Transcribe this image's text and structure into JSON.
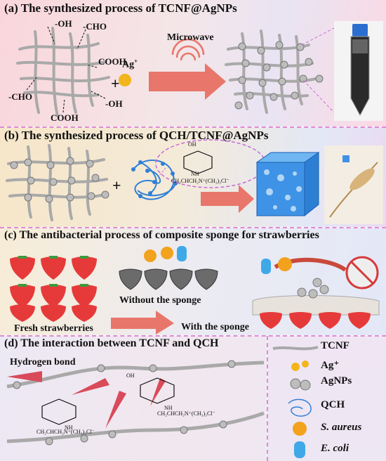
{
  "panel_a": {
    "title": "(a) The synthesized process of TCNF@AgNPs",
    "groups": [
      "-OH",
      "-CHO",
      "-CHO",
      "COOH",
      "COOH",
      "-OH"
    ],
    "plus": "+",
    "ion": "Ag",
    "ion_charge": "+",
    "condition": "Microwave"
  },
  "panel_b": {
    "title": "(b) The synthesized process of QCH/TCNF@AgNPs",
    "plus": "+",
    "structure_nh": "NH",
    "structure_oh": "OH",
    "structure_chain": "CH₂CHCH₂N⁺(CH₃)₃Cl⁻"
  },
  "panel_c": {
    "title": "(c) The antibacterial process of composite sponge for strawberries",
    "without_label": "Without the sponge",
    "fresh_label": "Fresh strawberries",
    "with_label": "With the sponge"
  },
  "panel_d": {
    "title": "(d) The interaction between TCNF and QCH",
    "hbond_label": "Hydrogen bond",
    "nh": "NH",
    "oh": "OH",
    "chain": "CH₂CHCH₂N⁺(CH₃)₃Cl⁻"
  },
  "legend": {
    "items": [
      {
        "label": "TCNF"
      },
      {
        "label": "Ag⁺"
      },
      {
        "label": "AgNPs"
      },
      {
        "label": "QCH"
      },
      {
        "label": "S. aureus"
      },
      {
        "label": "E. coli"
      }
    ]
  },
  "colors": {
    "fiber": "#a9a9a9",
    "arrow": "#e8766a",
    "ag_ion": "#f2b51c",
    "qch": "#2f7fd6",
    "strawberry": "#e63a3a",
    "separator": "#e08ad8"
  }
}
